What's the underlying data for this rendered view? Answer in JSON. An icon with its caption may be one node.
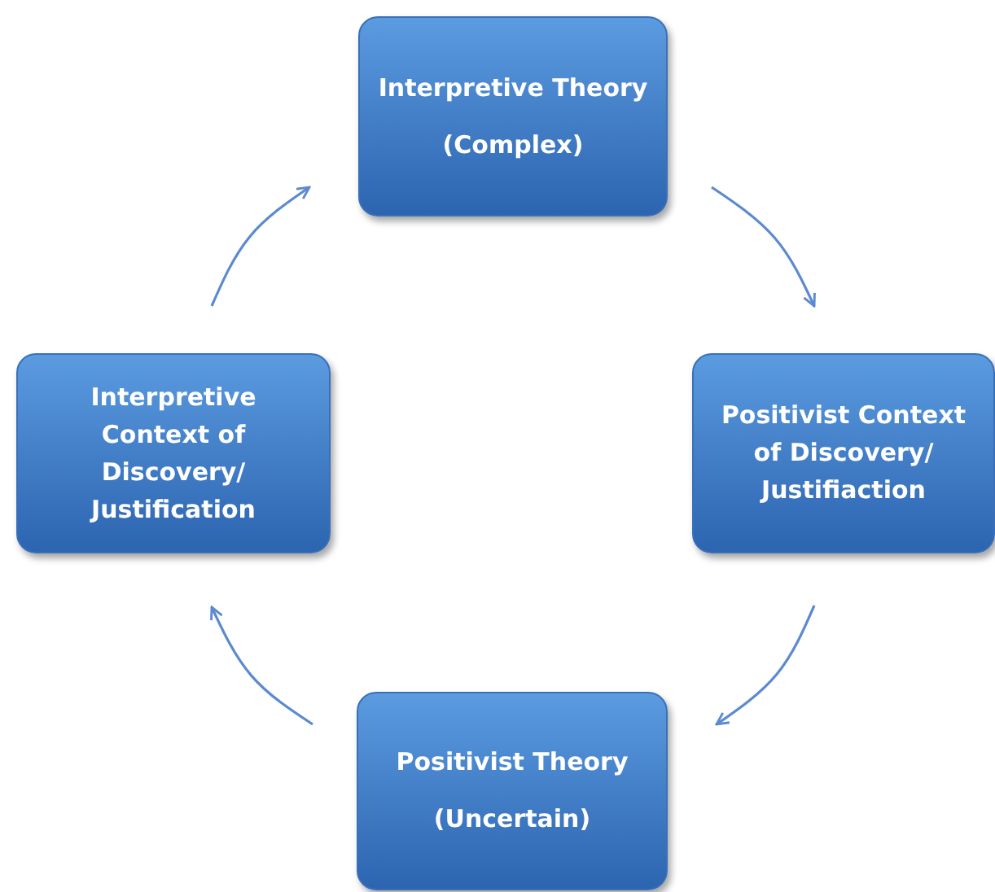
{
  "diagram": {
    "nodes": [
      {
        "text": [
          "Interpretive Theory",
          "(Complex)"
        ]
      },
      {
        "text": [
          "Positivist Context of Discovery/ Justifiaction"
        ]
      },
      {
        "text": [
          "Positivist Theory",
          "(Uncertain)"
        ]
      },
      {
        "text": [
          "Interpretive Context of Discovery/ Justification"
        ]
      }
    ],
    "edges": [
      {
        "from": 0,
        "to": 1,
        "arrow": "to"
      },
      {
        "from": 1,
        "to": 2,
        "arrow": "to"
      },
      {
        "from": 2,
        "to": 3,
        "arrow": "to"
      },
      {
        "from": 3,
        "to": 0,
        "arrow": "to"
      }
    ]
  }
}
